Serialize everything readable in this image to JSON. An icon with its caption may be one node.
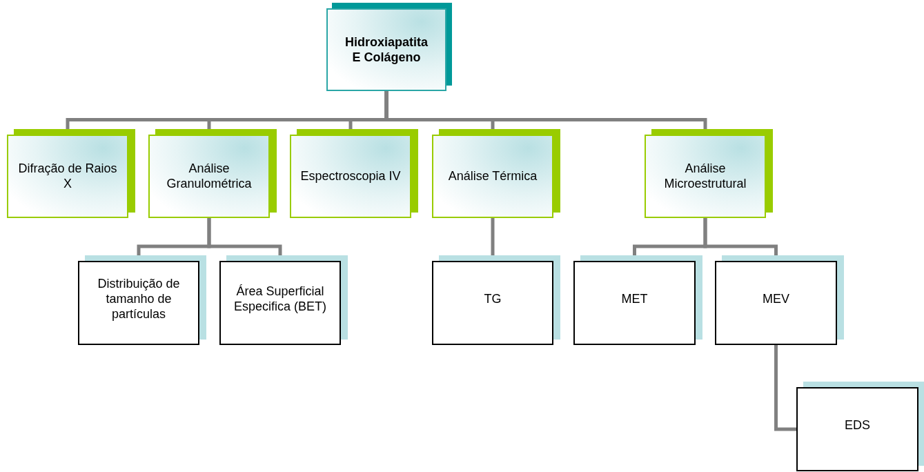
{
  "diagram": {
    "nodes": [
      {
        "text": [
          "Hidroxiapatita E Colágeno"
        ]
      },
      {
        "text": [
          "Difração de Raios X"
        ]
      },
      {
        "text": [
          "Análise Granulométrica"
        ]
      },
      {
        "text": [
          "Espectroscopia IV"
        ]
      },
      {
        "text": [
          "Análise Térmica"
        ]
      },
      {
        "text": [
          "Análise Microestrutural"
        ]
      },
      {
        "text": [
          "Distribuição de tamanho de partículas"
        ]
      },
      {
        "text": [
          "Área Superficial Especifica (BET)"
        ]
      },
      {
        "text": [
          "TG"
        ]
      },
      {
        "text": [
          "MET"
        ]
      },
      {
        "text": [
          "MEV"
        ]
      },
      {
        "text": [
          "EDS"
        ]
      }
    ],
    "edges": [
      {
        "from": 0,
        "to": 1,
        "arrow": "none"
      },
      {
        "from": 0,
        "to": 2,
        "arrow": "none"
      },
      {
        "from": 0,
        "to": 3,
        "arrow": "none"
      },
      {
        "from": 0,
        "to": 4,
        "arrow": "none"
      },
      {
        "from": 0,
        "to": 5,
        "arrow": "none"
      },
      {
        "from": 2,
        "to": 6,
        "arrow": "none"
      },
      {
        "from": 2,
        "to": 7,
        "arrow": "none"
      },
      {
        "from": 4,
        "to": 8,
        "arrow": "none"
      },
      {
        "from": 5,
        "to": 9,
        "arrow": "none"
      },
      {
        "from": 5,
        "to": 10,
        "arrow": "none"
      },
      {
        "from": 10,
        "to": 11,
        "arrow": "none"
      }
    ]
  }
}
